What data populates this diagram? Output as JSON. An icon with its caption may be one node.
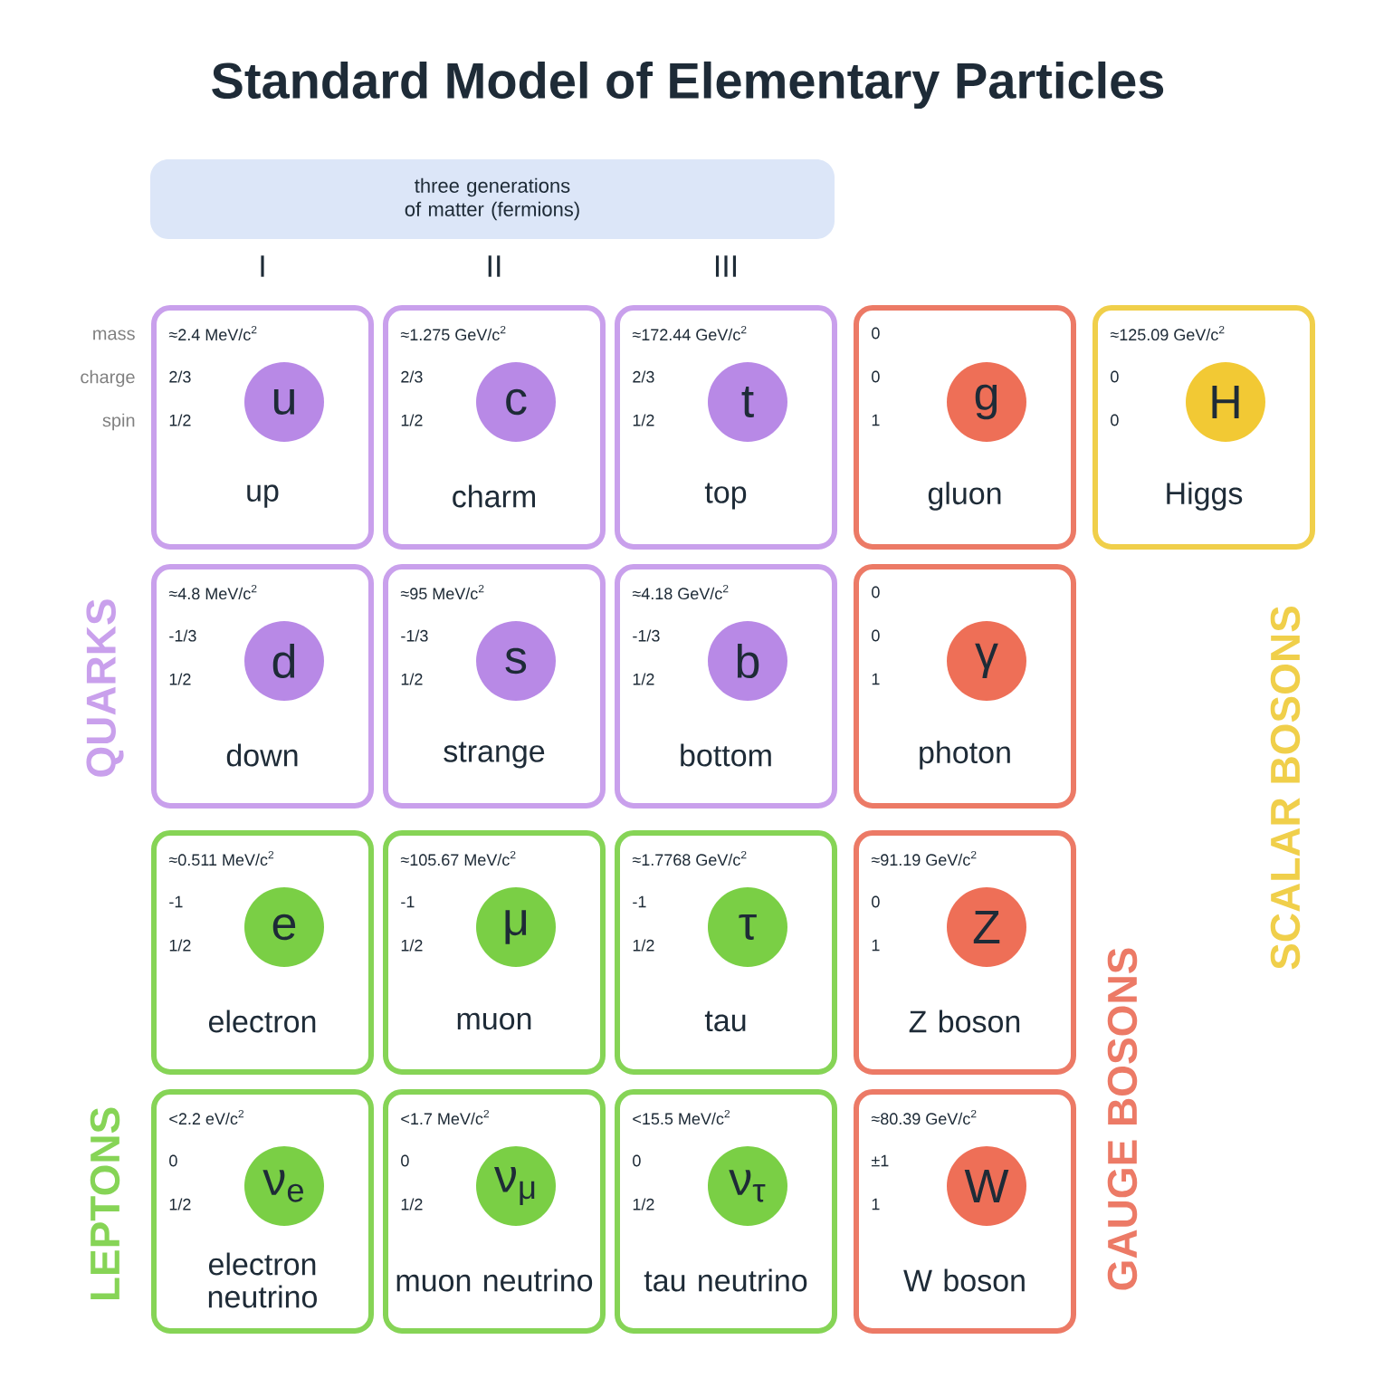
{
  "diagram": {
    "title": "Standard Model of Elementary Particles",
    "nodes": [
      {
        "text": [
          "three generations of matter (fermions)"
        ]
      },
      {
        "text": [
          "≈2.4 MeV/c$^{2}$",
          "2/3",
          "1/2",
          "u",
          "up"
        ]
      },
      {
        "text": [
          "≈1.275 GeV/c$^{2}$",
          "2/3",
          "1/2",
          "c",
          "charm"
        ]
      },
      {
        "text": [
          "≈172.44 GeV/c$^{2}$",
          "2/3",
          "1/2",
          "t",
          "top"
        ]
      },
      {
        "text": [
          "0",
          "0",
          "1",
          "g",
          "gluon"
        ]
      },
      {
        "text": [
          "≈125.09 GeV/c$^{2}$",
          "0",
          "0",
          "H",
          "Higgs"
        ]
      },
      {
        "text": [
          "≈4.8 MeV/c$^{2}$",
          "-1/3",
          "1/2",
          "d",
          "down"
        ]
      },
      {
        "text": [
          "≈95 MeV/c$^{2}$",
          "-1/3",
          "1/2",
          "s",
          "strange"
        ]
      },
      {
        "text": [
          "≈4.18 GeV/c$^{2}$",
          "-1/3",
          "1/2",
          "b",
          "bottom"
        ]
      },
      {
        "text": [
          "0",
          "0",
          "1",
          "γ",
          "photon"
        ]
      },
      {
        "text": [
          "≈0.511 MeV/c$^{2}$",
          "-1",
          "1/2",
          "e",
          "electron"
        ]
      },
      {
        "text": [
          "≈105.67 MeV/c$^{2}$",
          "-1",
          "1/2",
          "μ",
          "muon"
        ]
      },
      {
        "text": [
          "≈1.7768 GeV/c$^{2}$",
          "-1",
          "1/2",
          "τ",
          "tau"
        ]
      },
      {
        "text": [
          "≈91.19 GeV/c$^{2}$",
          "0",
          "1",
          "Z",
          "Z boson"
        ]
      },
      {
        "text": [
          "<2.2 eV/c$^{2}$",
          "0",
          "1/2",
          "ν$_{e}$",
          "electron neutrino"
        ]
      },
      {
        "text": [
          "<1.7 MeV/c$^{2}$",
          "0",
          "1/2",
          "ν$_{μ}$",
          "muon neutrino"
        ]
      },
      {
        "text": [
          "<15.5 MeV/c$^{2}$",
          "0",
          "1/2",
          "ν$_{τ}$",
          "tau neutrino"
        ]
      },
      {
        "text": [
          "≈80.39 GeV/c$^{2}$",
          "±1",
          "1",
          "W",
          "W boson"
        ]
      }
    ],
    "labels": [
      "I",
      "II",
      "III",
      "mass",
      "charge",
      "spin",
      "QUARKS",
      "SCALAR BOSONS",
      "GAUGE BOSONS",
      "LEPTONS"
    ]
  }
}
